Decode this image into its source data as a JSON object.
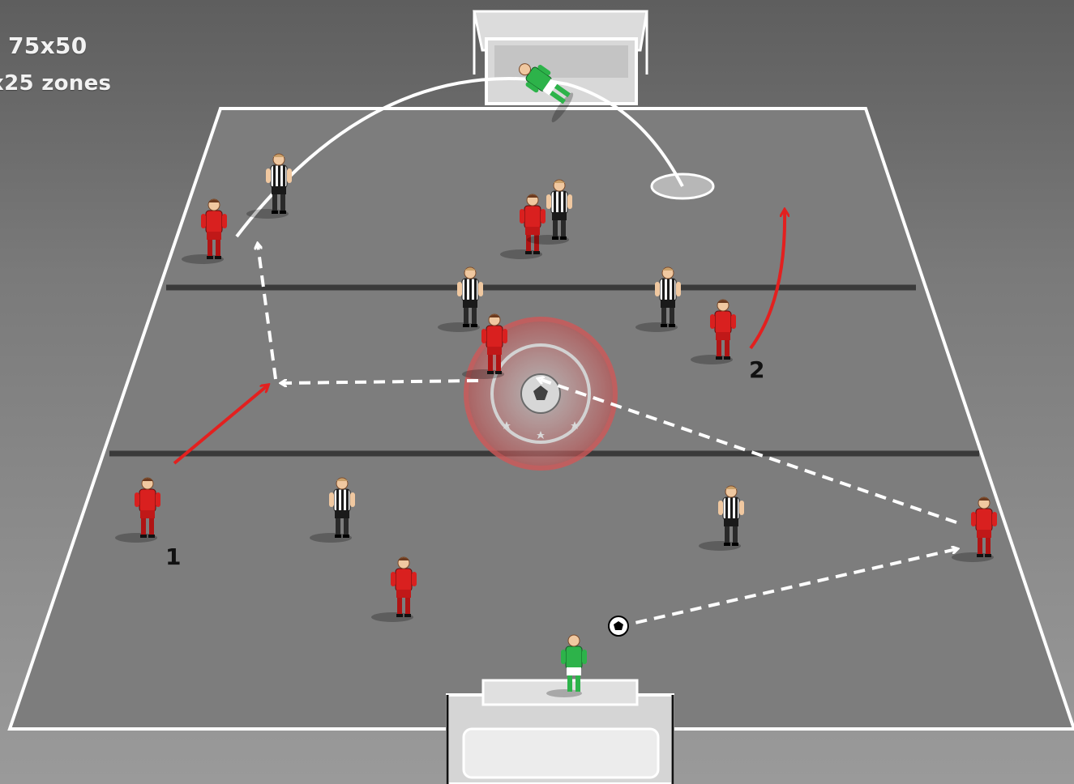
{
  "annotations": {
    "dimensions": "75x50",
    "zones": "x25 zones"
  },
  "player_numbers": {
    "one": "1",
    "two": "2"
  },
  "colors": {
    "field": "#7d7d7d",
    "lines": "#ffffff",
    "attacking_team": "#d9201f",
    "defending_team_stripes": "#1a1a1a",
    "goalkeeper": "#2db34a",
    "run_arrow": "#e3201f",
    "pass_arrow": "#ffffff"
  },
  "icons": {
    "ball": "soccer-ball-icon",
    "logo": "club-crest-logo"
  }
}
